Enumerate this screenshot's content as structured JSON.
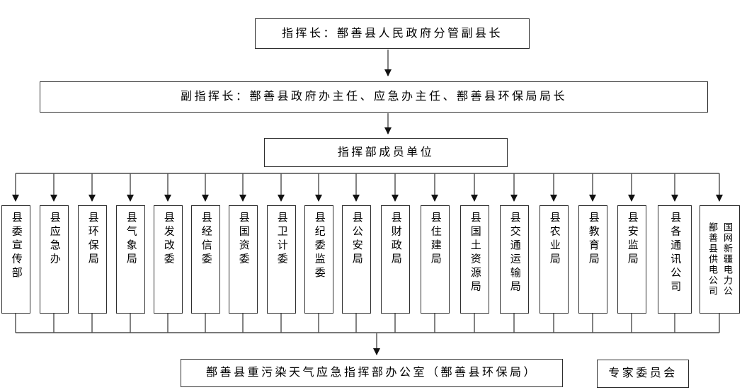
{
  "org_chart": {
    "commander": {
      "label": "指挥长：鄯善县人民政府分管副县长"
    },
    "deputy_commander": {
      "label": "副指挥长：鄯善县政府办主任、应急办主任、鄯善县环保局局长"
    },
    "members_header": {
      "label": "指挥部成员单位"
    },
    "member_units": [
      {
        "label": "县委宣传部"
      },
      {
        "label": "县应急办"
      },
      {
        "label": "县环保局"
      },
      {
        "label": "县气象局"
      },
      {
        "label": "县发改委"
      },
      {
        "label": "县经信委"
      },
      {
        "label": "县国资委"
      },
      {
        "label": "县卫计委"
      },
      {
        "label": "县纪委监委"
      },
      {
        "label": "县公安局"
      },
      {
        "label": "县财政局"
      },
      {
        "label": "县住建局"
      },
      {
        "label": "县国土资源局"
      },
      {
        "label": "县交通运输局"
      },
      {
        "label": "县农业局"
      },
      {
        "label": "县教育局"
      },
      {
        "label": "县安监局"
      },
      {
        "label": "县各通讯公司"
      },
      {
        "label": "国网新疆电力公鄯善县供电公司",
        "columns": [
          "国网新疆电力公",
          "鄯善县供电公司"
        ]
      }
    ],
    "office": {
      "label": "鄯善县重污染天气应急指挥部办公室（鄯善县环保局）"
    },
    "expert_committee": {
      "label": "专家委员会"
    }
  },
  "colors": {
    "background": "#ffffff",
    "box_border": "#2e2e2e",
    "connector_line": "#4d4d4d",
    "arrowhead": "#111111",
    "text": "#000000"
  }
}
